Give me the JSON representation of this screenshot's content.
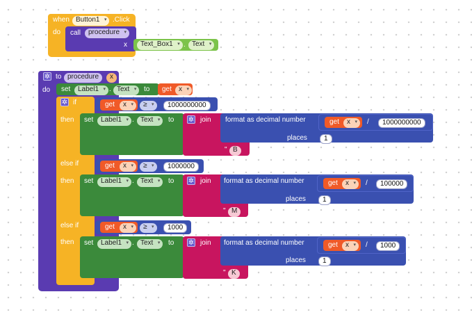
{
  "event_block": {
    "when": "when",
    "component": "Button1",
    "event": ".Click",
    "do": "do",
    "call": "call",
    "procedure": "procedure",
    "arg": "x",
    "textbox": "Text_Box1",
    "textprop": "Text"
  },
  "proc_block": {
    "to": "to",
    "name": "procedure",
    "param": "x",
    "do": "do",
    "set": "set",
    "label": "Label1",
    "dot": ".",
    "text": "Text",
    "to_kw": "to",
    "get": "get",
    "var": "x",
    "if": "if",
    "then": "then",
    "else_if": "else if",
    "op": "≥",
    "slash": "/",
    "join": "join",
    "format": "format as decimal number",
    "places": "places",
    "quote": "\"",
    "branches": [
      {
        "threshold": "1000000000",
        "divisor": "1000000000",
        "places": "1",
        "suffix": "B"
      },
      {
        "threshold": "1000000",
        "divisor": "100000",
        "places": "1",
        "suffix": "M"
      },
      {
        "threshold": "1000",
        "divisor": "1000",
        "places": "1",
        "suffix": "K"
      }
    ]
  },
  "colors": {
    "control": "#f6b325",
    "procedure": "#5a3bb1",
    "component_set": "#3b8a3b",
    "math": "#3a50b0",
    "text": "#c8155f",
    "variable": "#f05a28"
  }
}
